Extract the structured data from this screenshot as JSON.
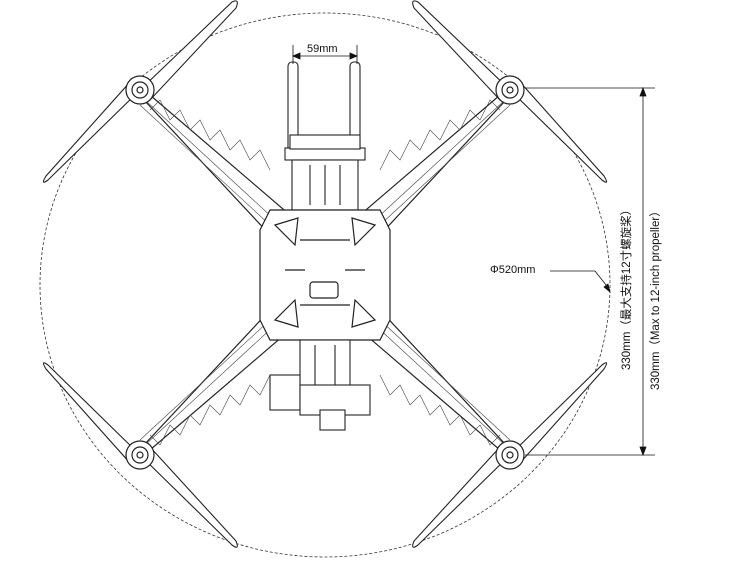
{
  "dimensions": {
    "antenna_spacing": "59mm",
    "prop_circle_diameter": "Φ520mm",
    "motor_spacing_cn": "330mm（最大支持12寸螺旋桨）",
    "motor_spacing_en": "330mm（Max to 12-inch propeller）"
  }
}
